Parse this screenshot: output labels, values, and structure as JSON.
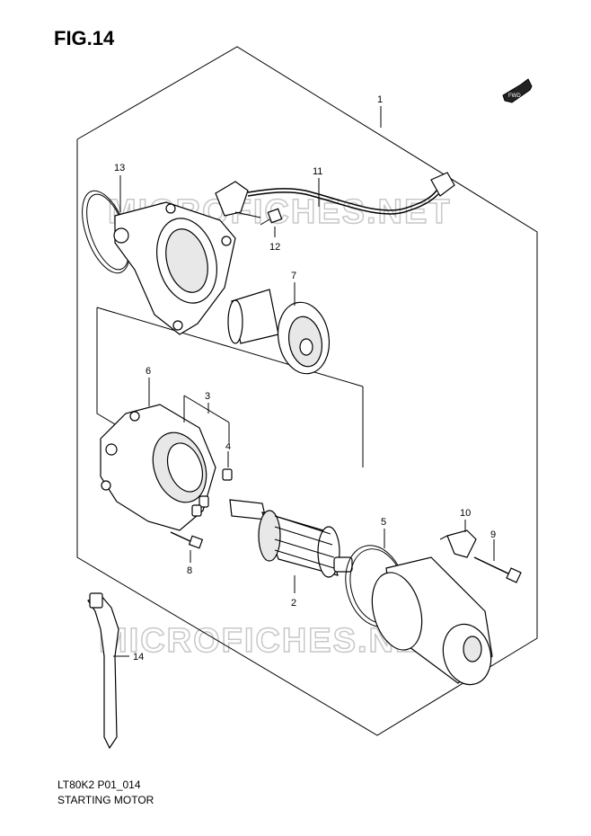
{
  "figure": {
    "title": "FIG.14"
  },
  "footer": {
    "code": "LT80K2 P01_014",
    "name": "STARTING MOTOR"
  },
  "badge": {
    "label": "FWD"
  },
  "watermark": {
    "text": "MICROFICHES.NET"
  },
  "callouts": [
    "1",
    "2",
    "3",
    "4",
    "5",
    "6",
    "7",
    "8",
    "9",
    "10",
    "11",
    "12",
    "13",
    "14"
  ]
}
